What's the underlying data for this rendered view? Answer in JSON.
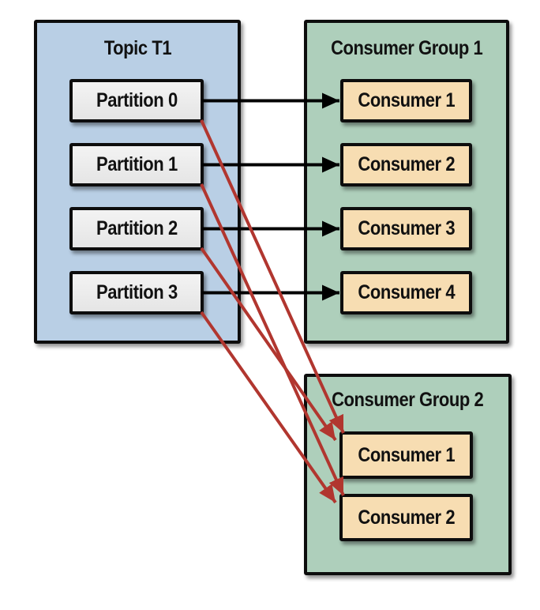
{
  "diagram": {
    "topic": {
      "title": "Topic T1",
      "partitions": [
        {
          "id": "partition-0",
          "label": "Partition 0"
        },
        {
          "id": "partition-1",
          "label": "Partition 1"
        },
        {
          "id": "partition-2",
          "label": "Partition 2"
        },
        {
          "id": "partition-3",
          "label": "Partition 3"
        }
      ]
    },
    "group1": {
      "title": "Consumer Group 1",
      "consumers": [
        {
          "id": "g1-consumer-1",
          "label": "Consumer 1"
        },
        {
          "id": "g1-consumer-2",
          "label": "Consumer 2"
        },
        {
          "id": "g1-consumer-3",
          "label": "Consumer 3"
        },
        {
          "id": "g1-consumer-4",
          "label": "Consumer 4"
        }
      ]
    },
    "group2": {
      "title": "Consumer Group 2",
      "consumers": [
        {
          "id": "g2-consumer-1",
          "label": "Consumer 1"
        },
        {
          "id": "g2-consumer-2",
          "label": "Consumer 2"
        }
      ]
    }
  },
  "colors": {
    "topic_fill": "#b9cfe5",
    "group_fill": "#aecfbb",
    "partition_fill": "#ebebeb",
    "consumer_fill": "#f7ddb2",
    "border": "#0d0d0d",
    "arrow_black": "#000000",
    "arrow_red": "#b1362f",
    "background": "#ffffff"
  },
  "connections": [
    {
      "from": "partition-0",
      "to": "g1-consumer-1",
      "color": "black",
      "style": "direct"
    },
    {
      "from": "partition-1",
      "to": "g1-consumer-2",
      "color": "black",
      "style": "direct"
    },
    {
      "from": "partition-2",
      "to": "g1-consumer-3",
      "color": "black",
      "style": "direct"
    },
    {
      "from": "partition-3",
      "to": "g1-consumer-4",
      "color": "black",
      "style": "direct"
    },
    {
      "from": "partition-0",
      "to": "g2-consumer-1",
      "color": "red",
      "style": "diagonal"
    },
    {
      "from": "partition-2",
      "to": "g2-consumer-1",
      "color": "red",
      "style": "diagonal"
    },
    {
      "from": "partition-1",
      "to": "g2-consumer-2",
      "color": "red",
      "style": "diagonal"
    },
    {
      "from": "partition-3",
      "to": "g2-consumer-2",
      "color": "red",
      "style": "diagonal"
    }
  ]
}
